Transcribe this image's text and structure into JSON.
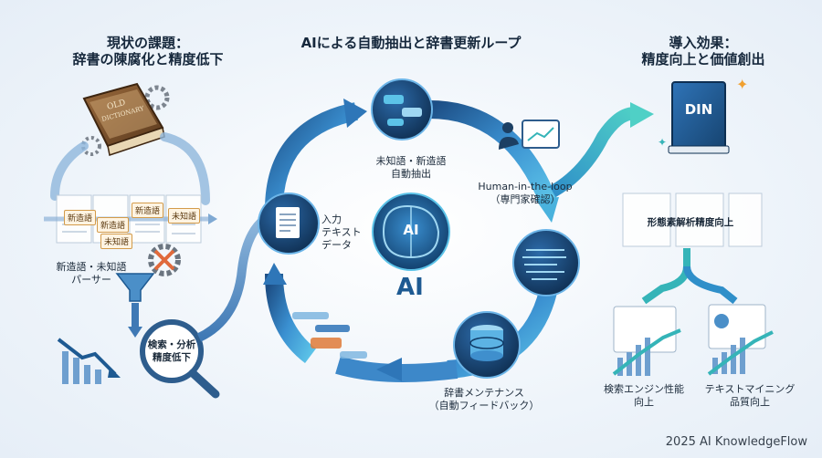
{
  "left_panel": {
    "title_line1": "現状の課題：",
    "title_line2": "辞書の陳腐化と精度低下",
    "book_label": "OLD DICTIONARY",
    "tags": [
      "新造語",
      "新造語",
      "新造語",
      "未知語",
      "未知語"
    ],
    "parser_label_line1": "新造語・未知語",
    "parser_label_line2": "パーサー",
    "search_label_line1": "検索・分析",
    "search_label_line2": "精度低下"
  },
  "center_panel": {
    "title": "AIによる自動抽出と辞書更新ループ",
    "ai_label": "AI",
    "ai_brain_label": "AI",
    "input_label_line1": "入力",
    "input_label_line2": "テキスト",
    "input_label_line3": "データ",
    "extract_label_line1": "未知語・新造語",
    "extract_label_line2": "自動抽出",
    "hitl_label_line1": "Human-in-the-loop",
    "hitl_label_line2": "（専門家確認）",
    "maint_label_line1": "辞書メンテナンス",
    "maint_label_line2": "（自動フィードバック）"
  },
  "right_panel": {
    "title_line1": "導入効果：",
    "title_line2": "精度向上と価値創出",
    "book_label": "DIN",
    "morph_label": "形態素解析精度向上",
    "search_label_line1": "検索エンジン性能",
    "search_label_line2": "向上",
    "text_label_line1": "テキストマイニング",
    "text_label_line2": "品質向上"
  },
  "footer": {
    "brand": "2025 AI KnowledgeFlow"
  },
  "colors": {
    "dark_navy": "#1c3f63",
    "accent_blue": "#2f7fc1",
    "teal": "#35b4b8",
    "orange": "#e07b39"
  }
}
